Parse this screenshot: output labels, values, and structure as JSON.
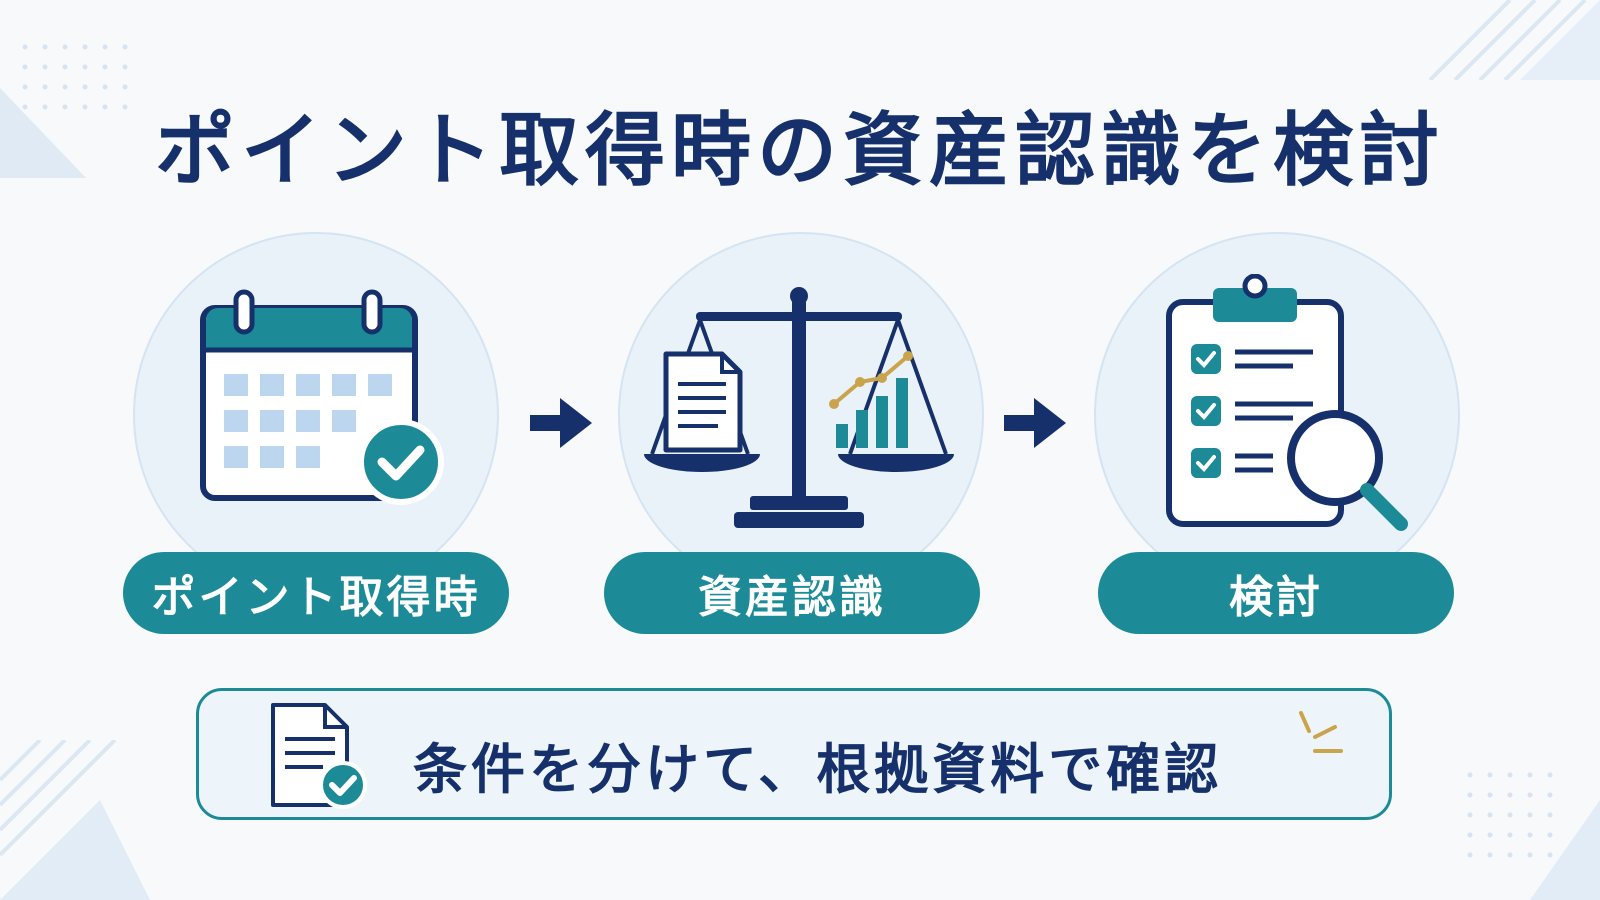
{
  "title": "ポイント取得時の資産認識を検討",
  "steps": [
    {
      "label": "ポイント取得時",
      "icon": "calendar-check-icon"
    },
    {
      "label": "資産認識",
      "icon": "balance-scale-icon"
    },
    {
      "label": "検討",
      "icon": "clipboard-checklist-magnifier-icon"
    }
  ],
  "note": {
    "text": "条件を分けて、根拠資料で確認",
    "icon": "document-check-icon"
  },
  "colors": {
    "navy": "#15306a",
    "teal": "#1d8b97",
    "light_blue": "#bcd6f0",
    "circle_bg": "#e9f1f9",
    "accent_gold": "#c9a44c"
  }
}
